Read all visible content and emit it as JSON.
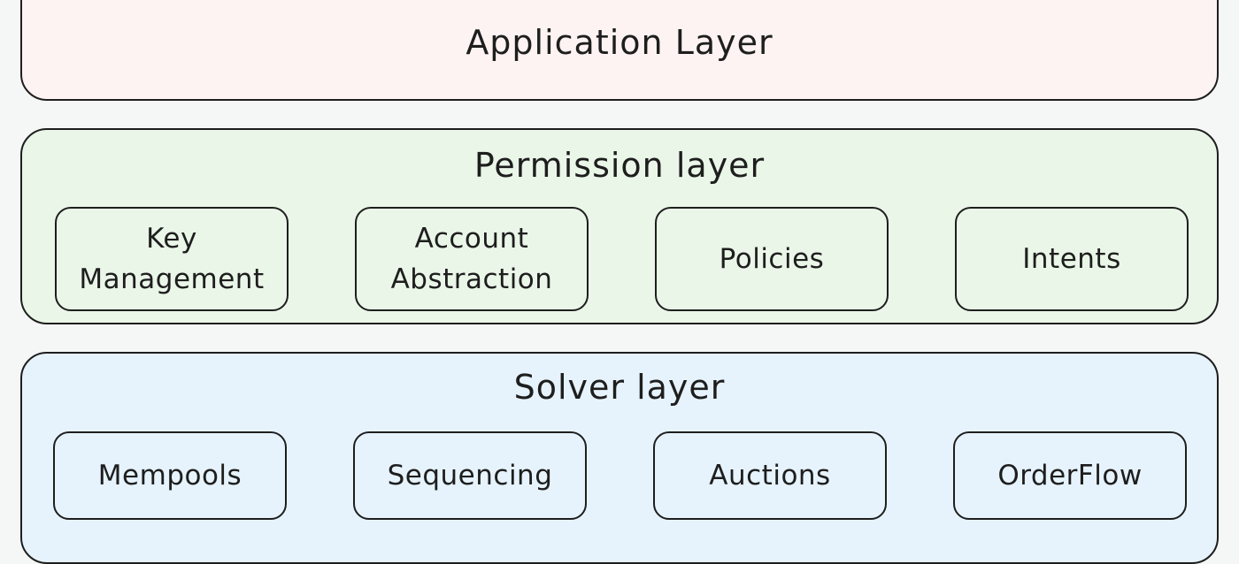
{
  "diagram": {
    "application_layer": {
      "title": "Application Layer",
      "fill_color": "#fdf3f2"
    },
    "permission_layer": {
      "title": "Permission layer",
      "fill_color": "#eaf6e8",
      "items": [
        {
          "lines": [
            "Key",
            "Management"
          ]
        },
        {
          "lines": [
            "Account",
            "Abstraction"
          ]
        },
        {
          "lines": [
            "Policies"
          ]
        },
        {
          "lines": [
            "Intents"
          ]
        }
      ]
    },
    "solver_layer": {
      "title": "Solver layer",
      "fill_color": "#e6f3fc",
      "items": [
        {
          "lines": [
            "Mempools"
          ]
        },
        {
          "lines": [
            "Sequencing"
          ]
        },
        {
          "lines": [
            "Auctions"
          ]
        },
        {
          "lines": [
            "OrderFlow"
          ]
        }
      ]
    },
    "stroke_color": "#1e1e1e"
  }
}
